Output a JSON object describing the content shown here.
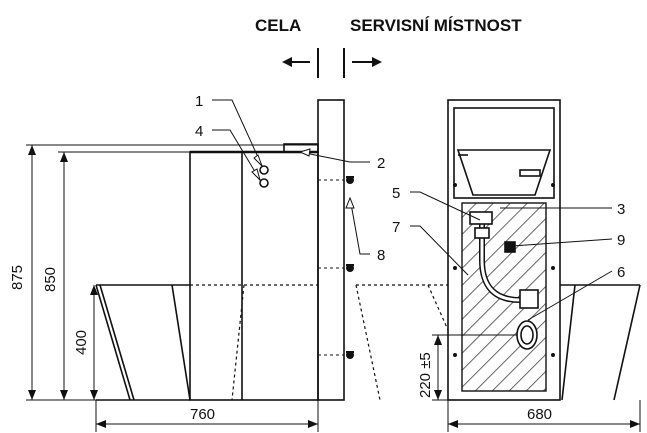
{
  "headers": {
    "left": "CELA",
    "right": "SERVISNÍ MÍSTNOST"
  },
  "callouts": {
    "n1": "1",
    "n2": "2",
    "n3": "3",
    "n4": "4",
    "n5": "5",
    "n6": "6",
    "n7": "7",
    "n8": "8",
    "n9": "9"
  },
  "dimensions": {
    "total_height": "875",
    "height_850": "850",
    "height_400": "400",
    "width_left": "760",
    "width_right": "680",
    "height_220": "220 ±5"
  },
  "colors": {
    "line": "#111111",
    "hatch": "#555555"
  }
}
